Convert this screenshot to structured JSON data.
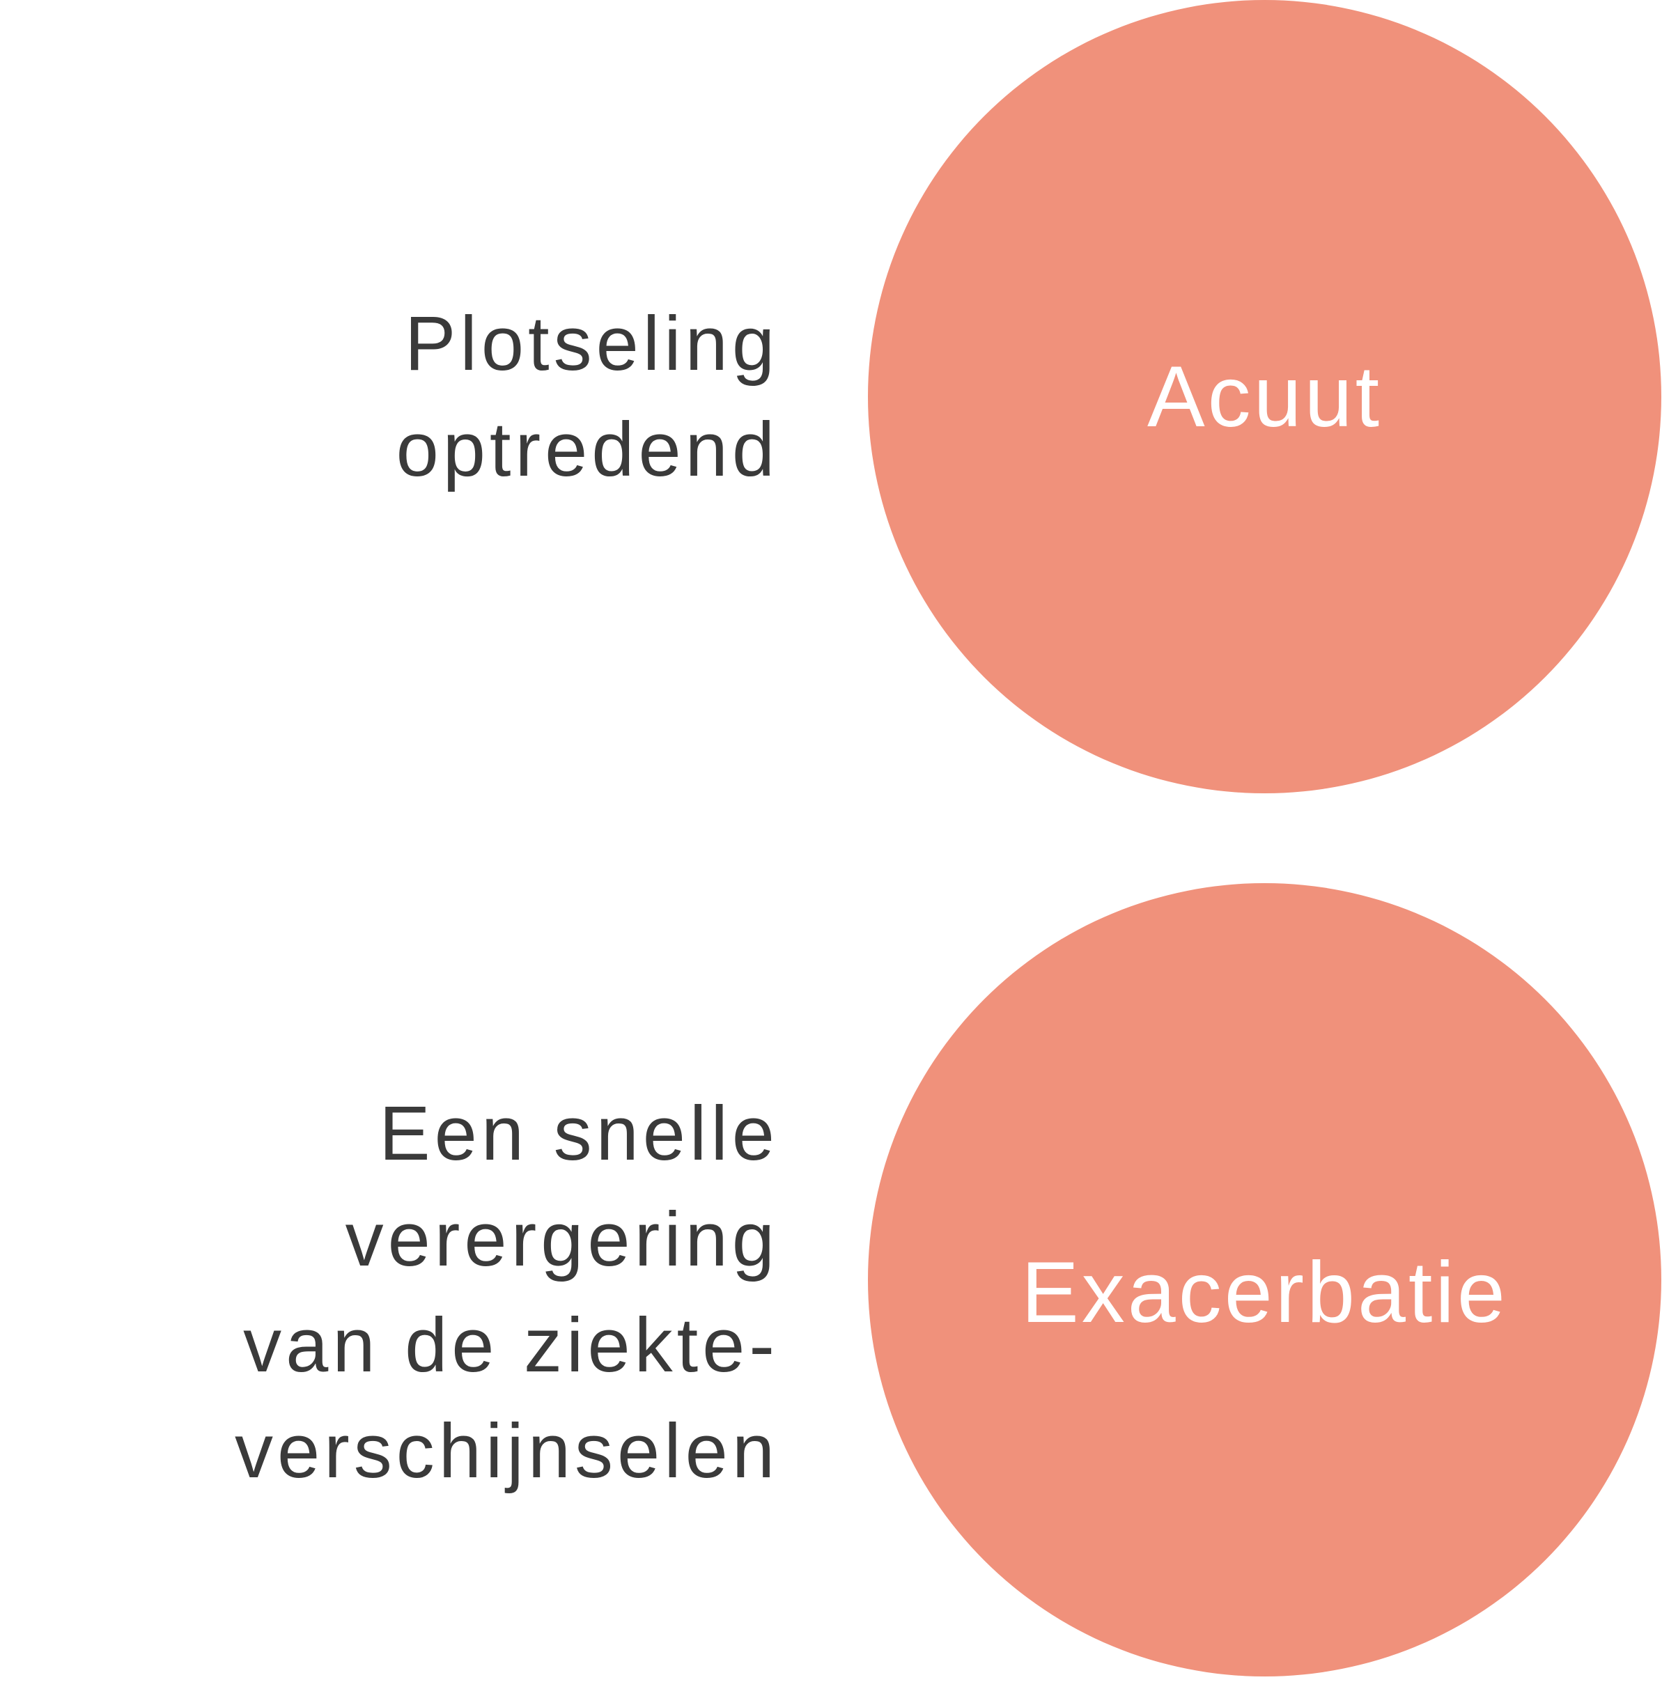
{
  "colors": {
    "circle_fill": "#F0917B",
    "circle_text": "#FFFFFF",
    "definition_text": "#3A3A3A",
    "background": "#FFFFFF"
  },
  "terms": [
    {
      "term": "Acuut",
      "definition_lines": [
        "Plotseling",
        "optredend"
      ]
    },
    {
      "term": "Exacerbatie",
      "definition_lines": [
        "Een snelle",
        "verergering",
        "van de ziekte-",
        "verschijnselen"
      ]
    }
  ]
}
